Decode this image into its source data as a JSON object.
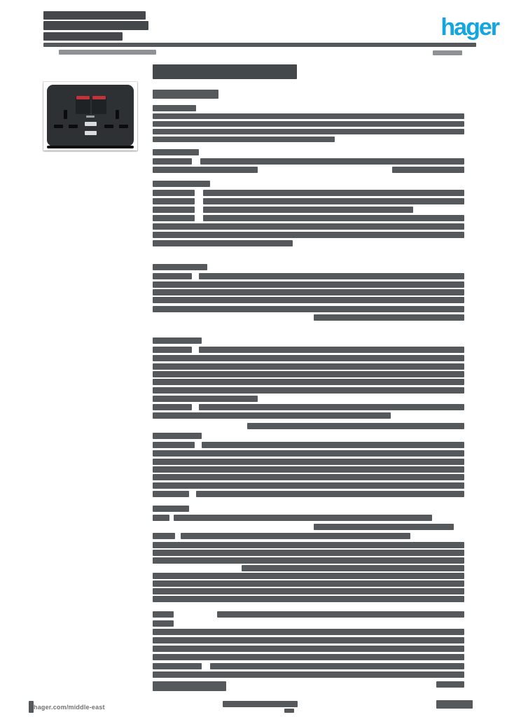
{
  "note": "Source screenshot is a Hager product datasheet page whose body text is blurred/illegible; illegible text is represented as redaction bars. Only legible strings are captured as text.",
  "brand": {
    "logo_text": "hager",
    "logo_color": "#14a6df"
  },
  "footer": {
    "website": "hager.com/middle-east"
  },
  "product_image": {
    "alt": "black twin switched socket outlet with two USB charging ports and red rocker indicators"
  },
  "palette": {
    "d": "#45484b",
    "m": "#56595c",
    "l": "#8f9294",
    "blue": "#14a6df",
    "red": "#c13239",
    "plate": "#2e3134",
    "rocker": "#1f2225",
    "slot": "#0b0c0d",
    "port": "#d9dbdc",
    "usb_label": "#9a9da0"
  },
  "redacted_bars": [
    [
      62,
      16,
      146,
      12,
      "d"
    ],
    [
      62,
      30,
      150,
      13,
      "d"
    ],
    [
      62,
      46,
      113,
      12,
      "d"
    ],
    [
      62,
      61,
      618,
      6,
      "m"
    ],
    [
      84,
      71,
      139,
      7,
      "l"
    ],
    [
      618,
      72,
      42,
      7,
      "l"
    ],
    [
      218,
      92,
      206,
      21,
      "d"
    ],
    [
      218,
      128,
      94,
      13,
      "m"
    ],
    [
      218,
      150,
      62,
      9,
      "m"
    ],
    [
      218,
      162,
      445,
      8,
      "m"
    ],
    [
      218,
      173,
      445,
      8,
      "m"
    ],
    [
      218,
      184,
      445,
      8,
      "m"
    ],
    [
      218,
      195,
      260,
      8,
      "m"
    ],
    [
      218,
      213,
      66,
      9,
      "m"
    ],
    [
      218,
      226,
      56,
      9,
      "m"
    ],
    [
      286,
      226,
      377,
      9,
      "m"
    ],
    [
      218,
      238,
      150,
      9,
      "m"
    ],
    [
      560,
      238,
      103,
      9,
      "m"
    ],
    [
      218,
      258,
      82,
      9,
      "m"
    ],
    [
      218,
      271,
      60,
      9,
      "m"
    ],
    [
      290,
      271,
      373,
      9,
      "m"
    ],
    [
      218,
      283,
      60,
      9,
      "m"
    ],
    [
      290,
      283,
      373,
      9,
      "m"
    ],
    [
      218,
      295,
      60,
      9,
      "m"
    ],
    [
      290,
      295,
      300,
      9,
      "m"
    ],
    [
      218,
      307,
      60,
      9,
      "m"
    ],
    [
      290,
      307,
      373,
      9,
      "m"
    ],
    [
      218,
      319,
      445,
      9,
      "m"
    ],
    [
      218,
      331,
      445,
      9,
      "m"
    ],
    [
      218,
      343,
      200,
      9,
      "m"
    ],
    [
      218,
      377,
      78,
      9,
      "m"
    ],
    [
      218,
      390,
      56,
      9,
      "m"
    ],
    [
      284,
      390,
      379,
      9,
      "m"
    ],
    [
      218,
      402,
      445,
      9,
      "m"
    ],
    [
      218,
      413,
      445,
      9,
      "m"
    ],
    [
      218,
      424,
      445,
      9,
      "m"
    ],
    [
      218,
      437,
      445,
      9,
      "m"
    ],
    [
      448,
      449,
      215,
      9,
      "m"
    ],
    [
      218,
      482,
      70,
      9,
      "m"
    ],
    [
      218,
      495,
      56,
      9,
      "m"
    ],
    [
      284,
      495,
      379,
      9,
      "m"
    ],
    [
      218,
      507,
      445,
      9,
      "m"
    ],
    [
      218,
      519,
      445,
      9,
      "m"
    ],
    [
      218,
      530,
      445,
      9,
      "m"
    ],
    [
      218,
      541,
      445,
      9,
      "m"
    ],
    [
      218,
      553,
      445,
      9,
      "m"
    ],
    [
      218,
      565,
      150,
      9,
      "m"
    ],
    [
      218,
      577,
      56,
      9,
      "m"
    ],
    [
      284,
      577,
      379,
      9,
      "m"
    ],
    [
      218,
      589,
      340,
      9,
      "m"
    ],
    [
      353,
      604,
      310,
      9,
      "m"
    ],
    [
      218,
      618,
      70,
      9,
      "m"
    ],
    [
      218,
      631,
      60,
      9,
      "m"
    ],
    [
      288,
      631,
      375,
      9,
      "m"
    ],
    [
      218,
      643,
      445,
      9,
      "m"
    ],
    [
      218,
      655,
      445,
      9,
      "m"
    ],
    [
      218,
      666,
      445,
      9,
      "m"
    ],
    [
      218,
      677,
      445,
      9,
      "m"
    ],
    [
      218,
      689,
      445,
      9,
      "m"
    ],
    [
      218,
      701,
      52,
      9,
      "m"
    ],
    [
      280,
      701,
      383,
      9,
      "m"
    ],
    [
      218,
      722,
      52,
      9,
      "m"
    ],
    [
      218,
      735,
      24,
      9,
      "m"
    ],
    [
      248,
      735,
      369,
      9,
      "m"
    ],
    [
      448,
      748,
      200,
      9,
      "m"
    ],
    [
      218,
      761,
      32,
      9,
      "m"
    ],
    [
      258,
      761,
      328,
      9,
      "m"
    ],
    [
      218,
      774,
      445,
      9,
      "m"
    ],
    [
      218,
      785,
      445,
      9,
      "m"
    ],
    [
      218,
      796,
      445,
      9,
      "m"
    ],
    [
      345,
      807,
      318,
      9,
      "m"
    ],
    [
      218,
      818,
      445,
      9,
      "m"
    ],
    [
      218,
      829,
      445,
      9,
      "m"
    ],
    [
      218,
      840,
      445,
      9,
      "m"
    ],
    [
      218,
      851,
      445,
      9,
      "m"
    ],
    [
      218,
      873,
      30,
      9,
      "m"
    ],
    [
      310,
      873,
      353,
      9,
      "m"
    ],
    [
      218,
      886,
      30,
      9,
      "m"
    ],
    [
      218,
      898,
      445,
      9,
      "m"
    ],
    [
      218,
      910,
      445,
      9,
      "m"
    ],
    [
      218,
      922,
      445,
      9,
      "m"
    ],
    [
      218,
      934,
      445,
      9,
      "m"
    ],
    [
      218,
      947,
      70,
      9,
      "m"
    ],
    [
      300,
      947,
      363,
      9,
      "m"
    ],
    [
      218,
      959,
      445,
      9,
      "m"
    ],
    [
      218,
      973,
      105,
      14,
      "m"
    ],
    [
      623,
      973,
      40,
      9,
      "m"
    ],
    [
      41,
      1001,
      7,
      17,
      "m"
    ],
    [
      318,
      1001,
      107,
      9,
      "m"
    ],
    [
      406,
      1012,
      14,
      6,
      "m"
    ],
    [
      623,
      1000,
      52,
      12,
      "m"
    ]
  ]
}
